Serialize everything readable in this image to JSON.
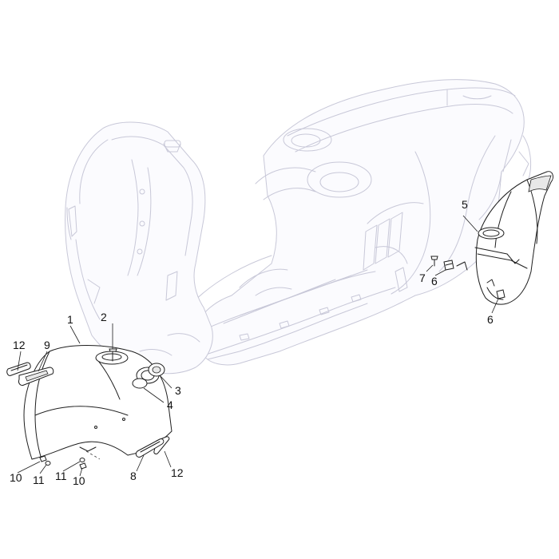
{
  "callouts": [
    {
      "id": "c1",
      "number": "1"
    },
    {
      "id": "c2",
      "number": "2"
    },
    {
      "id": "c3",
      "number": "3"
    },
    {
      "id": "c4",
      "number": "4"
    },
    {
      "id": "c5",
      "number": "5"
    },
    {
      "id": "c6a",
      "number": "6"
    },
    {
      "id": "c6b",
      "number": "6"
    },
    {
      "id": "c7",
      "number": "7"
    },
    {
      "id": "c8",
      "number": "8"
    },
    {
      "id": "c9",
      "number": "9"
    },
    {
      "id": "c10a",
      "number": "10"
    },
    {
      "id": "c10b",
      "number": "10"
    },
    {
      "id": "c11a",
      "number": "11"
    },
    {
      "id": "c11b",
      "number": "11"
    },
    {
      "id": "c12a",
      "number": "12"
    },
    {
      "id": "c12b",
      "number": "12"
    }
  ]
}
